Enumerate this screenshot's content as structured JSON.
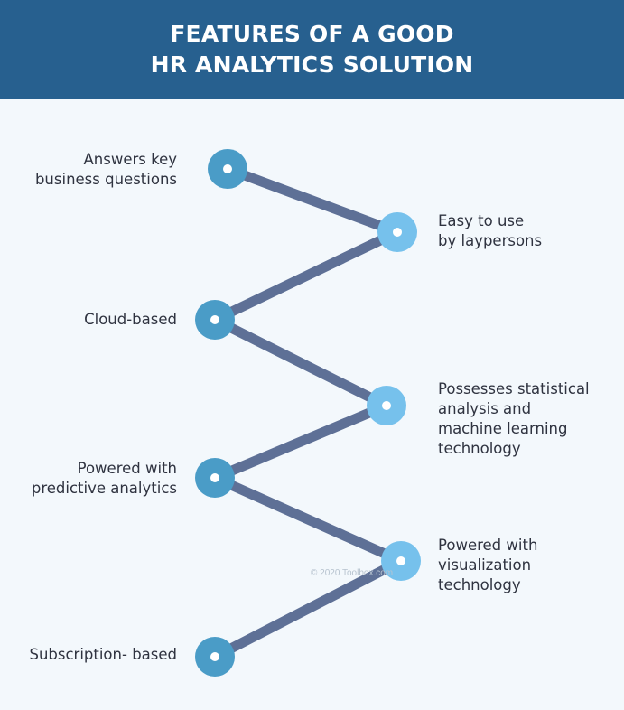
{
  "header": {
    "title_line1": "FEATURES OF A GOOD",
    "title_line2": "HR ANALYTICS SOLUTION"
  },
  "colors": {
    "header_bg": "#27608f",
    "background": "#f3f8fc",
    "connector": "#5e7096",
    "node_left": "#4a9cc7",
    "node_right": "#76c1ec",
    "node_center": "#ffffff",
    "label_text": "#2f3340"
  },
  "features": [
    {
      "side": "left",
      "lines": [
        "Answers key",
        "business questions"
      ]
    },
    {
      "side": "right",
      "lines": [
        "Easy to use",
        "by laypersons"
      ]
    },
    {
      "side": "left",
      "lines": [
        "Cloud-based"
      ]
    },
    {
      "side": "right",
      "lines": [
        "Possesses statistical",
        "analysis and",
        "machine learning",
        "technology"
      ]
    },
    {
      "side": "left",
      "lines": [
        "Powered with",
        "predictive analytics"
      ]
    },
    {
      "side": "right",
      "lines": [
        "Powered with",
        "visualization",
        "technology"
      ]
    },
    {
      "side": "left",
      "lines": [
        "Subscription- based"
      ]
    }
  ],
  "watermark": "© 2020 Toolbox.com"
}
